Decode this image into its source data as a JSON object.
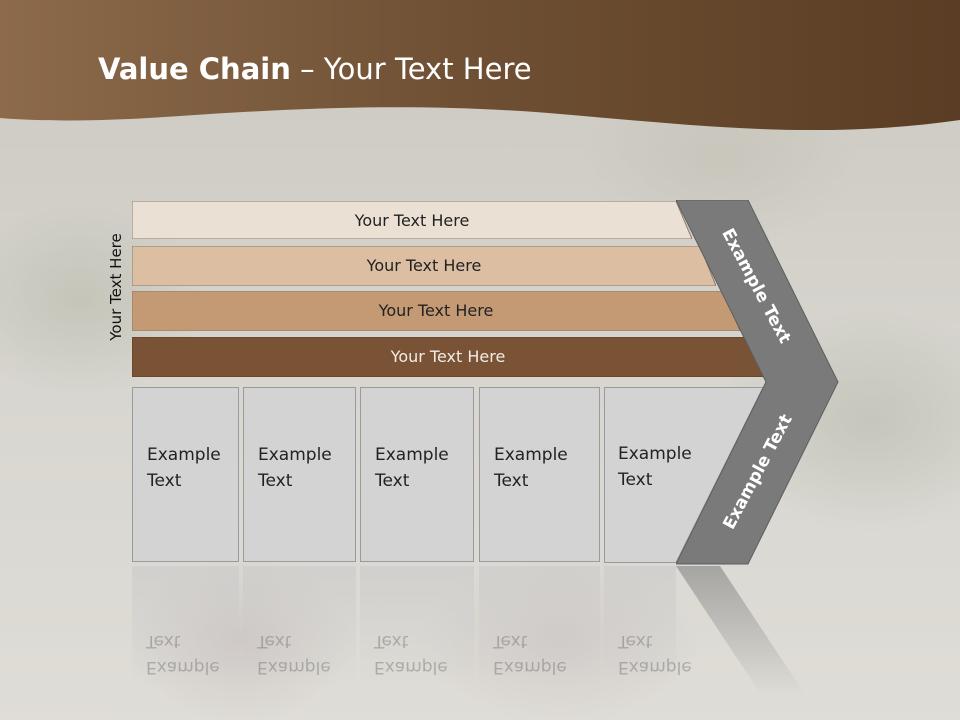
{
  "slide": {
    "title_bold": "Value Chain",
    "title_rest": " – Your Text Here",
    "side_label": "Your Text Here"
  },
  "bars": [
    {
      "label": "Your Text Here",
      "color": "#ebe0d4"
    },
    {
      "label": "Your Text Here",
      "color": "#dcbfa3"
    },
    {
      "label": "Your Text Here",
      "color": "#c49a74"
    },
    {
      "label": "Your Text Here",
      "color": "#7a5236"
    }
  ],
  "columns": [
    {
      "text": "Example\nText"
    },
    {
      "text": "Example\nText"
    },
    {
      "text": "Example\nText"
    },
    {
      "text": "Example\nText"
    },
    {
      "text": "Example\nText"
    }
  ],
  "chevron": {
    "upper_label": "Example Text",
    "lower_label": "Example Text",
    "color": "#7a7a7a"
  },
  "colors": {
    "header_brown": "#5a3d22",
    "header_brown_light": "#8a6a4c"
  }
}
